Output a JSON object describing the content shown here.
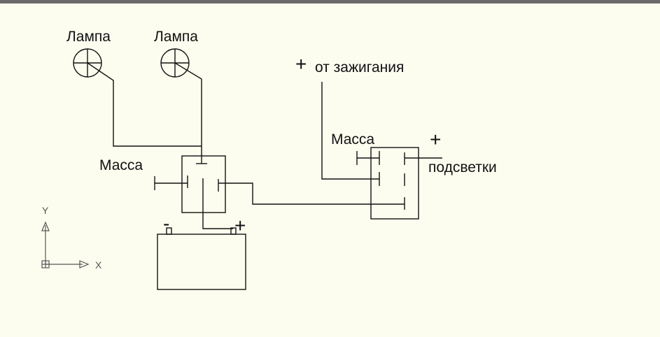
{
  "labels": {
    "lamp_left": "Лампа",
    "lamp_right": "Лампа",
    "ground_relay1": "Масса",
    "ground_relay2": "Масса",
    "ignition_plus": "+",
    "ignition_text": "от зажигания",
    "backlight_plus": "+",
    "backlight_text": "подсветки",
    "battery_minus": "-",
    "battery_plus": "+"
  },
  "axes": {
    "y_label": "Y",
    "x_label": "X"
  },
  "colors": {
    "background": "#fdfdef",
    "line": "#111111",
    "axis": "#555555",
    "top_bar": "#6b6b6b"
  }
}
